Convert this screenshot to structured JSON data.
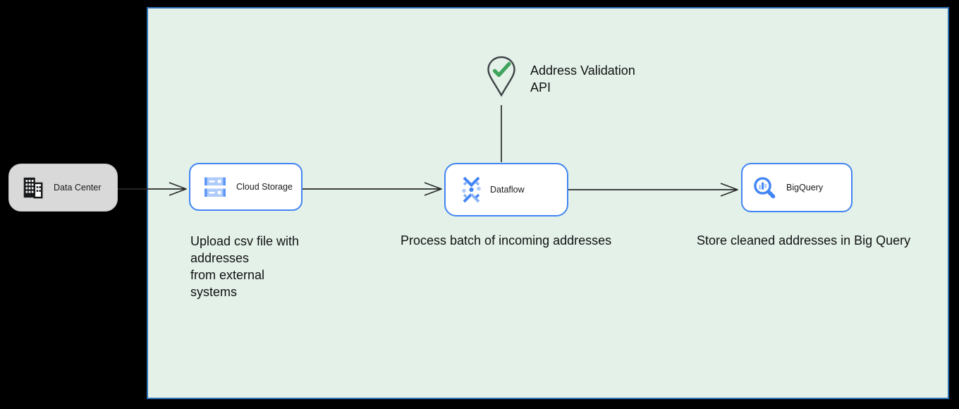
{
  "diagram": {
    "nodes": {
      "data_center": {
        "label": "Data Center",
        "icon": "office-building-icon"
      },
      "cloud_storage": {
        "label": "Cloud Storage",
        "icon": "cloud-storage-icon"
      },
      "dataflow": {
        "label": "Dataflow",
        "icon": "dataflow-icon"
      },
      "bigquery": {
        "label": "BigQuery",
        "icon": "bigquery-icon"
      }
    },
    "annotations": {
      "address_validation": "Address Validation\nAPI",
      "upload_caption": "Upload csv file with\naddresses\nfrom external\nsystems",
      "process_caption": "Process batch of incoming addresses",
      "store_caption": "Store cleaned addresses in Big Query"
    },
    "connectors": [
      {
        "from": "data_center",
        "to": "cloud_storage"
      },
      {
        "from": "cloud_storage",
        "to": "dataflow"
      },
      {
        "from": "dataflow",
        "to": "bigquery"
      },
      {
        "from": "address_validation",
        "to": "dataflow"
      }
    ],
    "colors": {
      "page_background": "#000000",
      "canvas_fill": "#e3f1e9",
      "canvas_border": "#2d70b3",
      "node_fill": "#ffffff",
      "node_border": "#4285f4",
      "gray_node_fill": "#d9d9d9",
      "arrow": "#2a2a2a",
      "icon_blue": "#4285f4",
      "icon_light_blue": "#aecbfa",
      "check_green": "#3fa45b",
      "pin_outline": "#3e4347"
    }
  }
}
